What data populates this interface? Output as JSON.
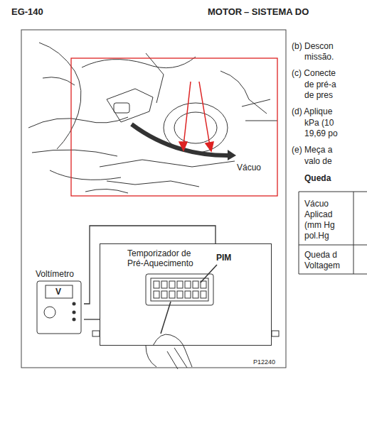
{
  "diagram": {
    "nodes": [
      {
        "text": [
          "Temporizador de Pré-Aquecimento"
        ]
      },
      {
        "text": [
          "Voltímetro",
          "V"
        ]
      }
    ],
    "edges": [
      {
        "from": 1,
        "to": 0,
        "arrow": "none"
      },
      {
        "from": 1,
        "to": 0,
        "arrow": "none"
      }
    ],
    "labels": [
      "EG-140",
      "MOTOR",
      "– SISTEMA DO",
      "Vácuo",
      "PIM",
      "P12240",
      "(b) Descon",
      "missão.",
      "(c) Conecte",
      "de pré-a",
      "de pres",
      "(d) Aplique",
      "kPa (10",
      "19,69 po",
      "(e) Meça a",
      "valo de",
      "Queda",
      "Vácuo",
      "Aplicad",
      "(mm Hg",
      "pol.Hg",
      "Queda d",
      "Voltagem"
    ]
  }
}
